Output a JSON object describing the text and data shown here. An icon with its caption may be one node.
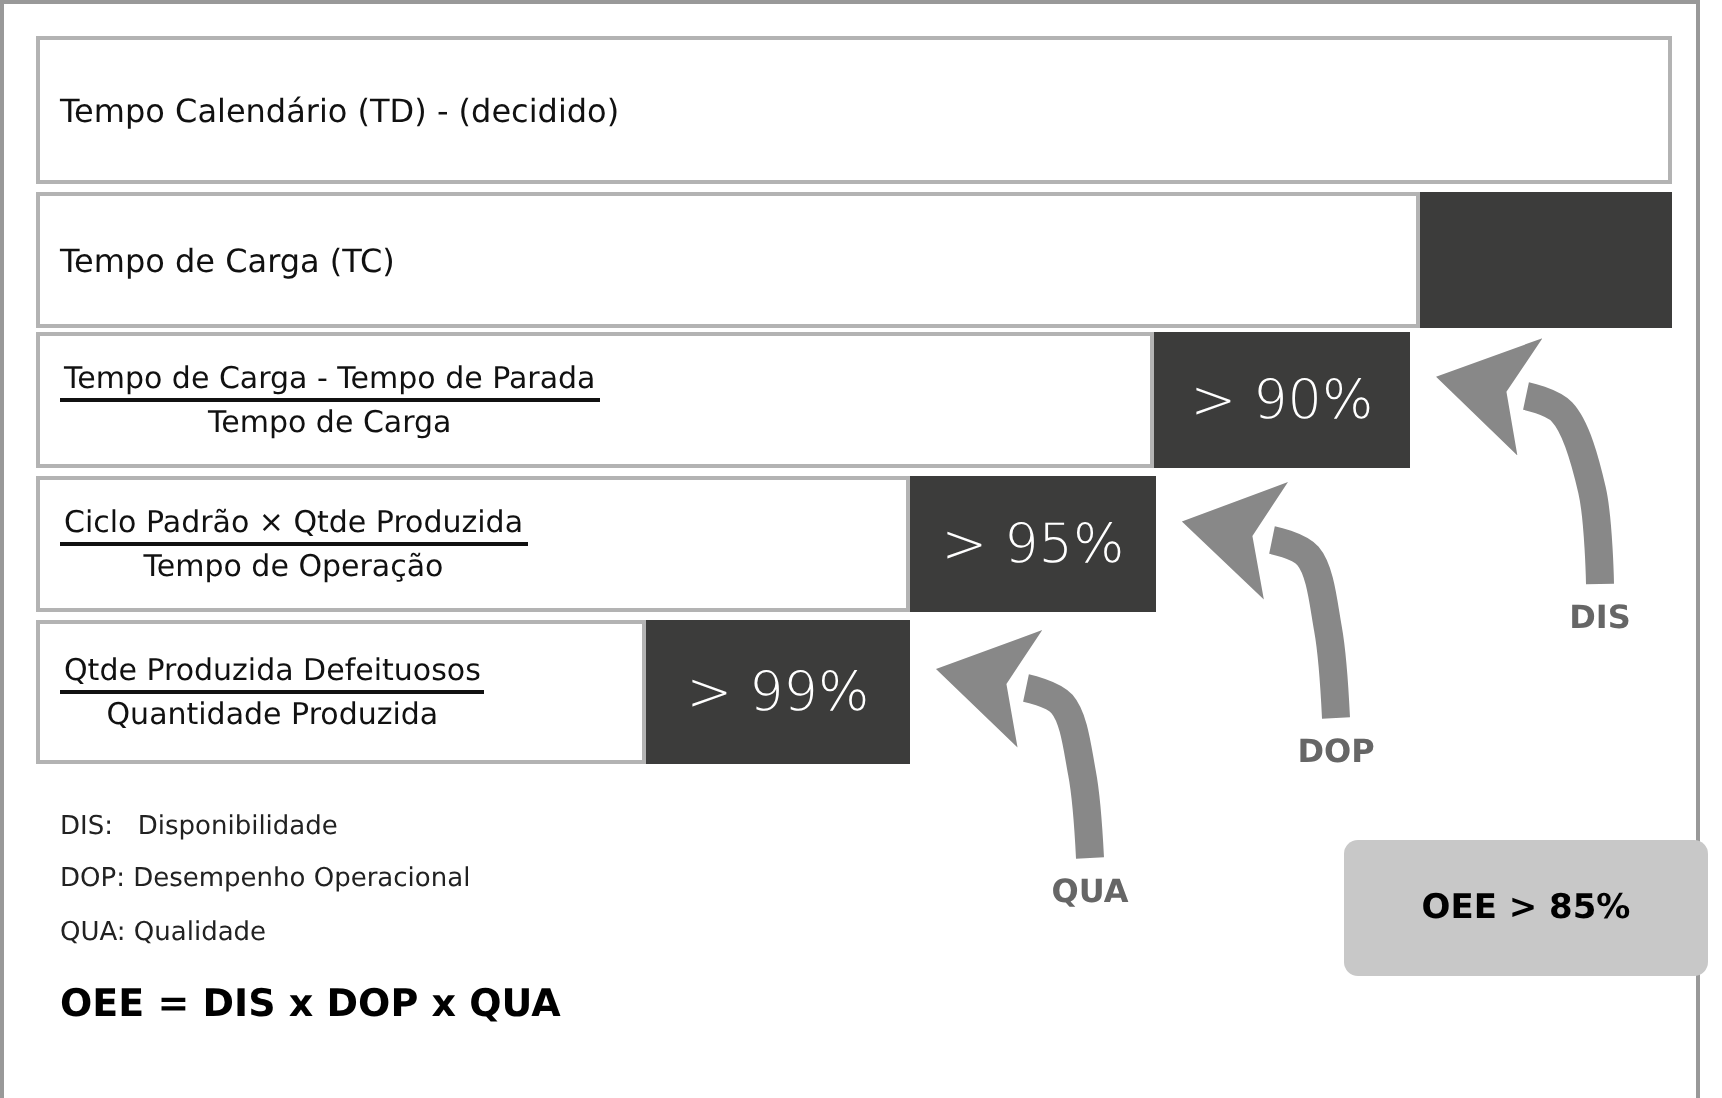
{
  "diagram": {
    "nodes": [
      {
        "text": [
          "Tempo Calendário (TD) - (decidido)"
        ]
      },
      {
        "text": [
          "Tempo de Carga (TC)"
        ]
      },
      {
        "text": [],
        "shape": "box"
      },
      {
        "text": [
          "Tempo de Carga - Tempo de Parada",
          "Tempo de Carga"
        ]
      },
      {
        "text": [
          "> 90%"
        ]
      },
      {
        "text": [
          "Ciclo Padrão × Qtde Produzida",
          "Tempo de Operação"
        ]
      },
      {
        "text": [
          "> 95%"
        ]
      },
      {
        "text": [
          "Qtde Produzida Defeituosos",
          "Quantidade Produzida"
        ]
      },
      {
        "text": [
          "> 99%"
        ]
      },
      {
        "text": [
          "DIS"
        ]
      },
      {
        "text": [
          "DOP"
        ]
      },
      {
        "text": [
          "QUA"
        ]
      },
      {
        "text": [
          "OEE > 85%"
        ]
      }
    ],
    "edges": [
      {
        "from": 9,
        "to": 4,
        "arrow": "to"
      },
      {
        "from": 10,
        "to": 6,
        "arrow": "to"
      },
      {
        "from": 11,
        "to": 8,
        "arrow": "to"
      }
    ],
    "labels": [
      "DIS:   Disponibilidade",
      "DOP: Desempenho Operacional",
      "QUA: Qualidade",
      "OEE = DIS x DOP x QUA"
    ]
  }
}
